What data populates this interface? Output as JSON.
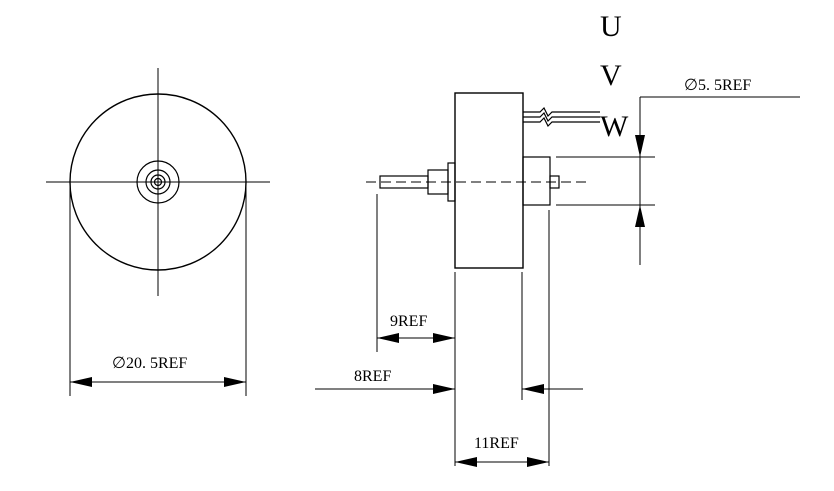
{
  "phase_labels": [
    "U",
    "V",
    "W"
  ],
  "dimensions": {
    "diameter_body": "∅20. 5REF",
    "diameter_shaft_boss": "∅5. 5REF",
    "dim_9": "9REF",
    "dim_8": "8REF",
    "dim_11": "11REF"
  }
}
